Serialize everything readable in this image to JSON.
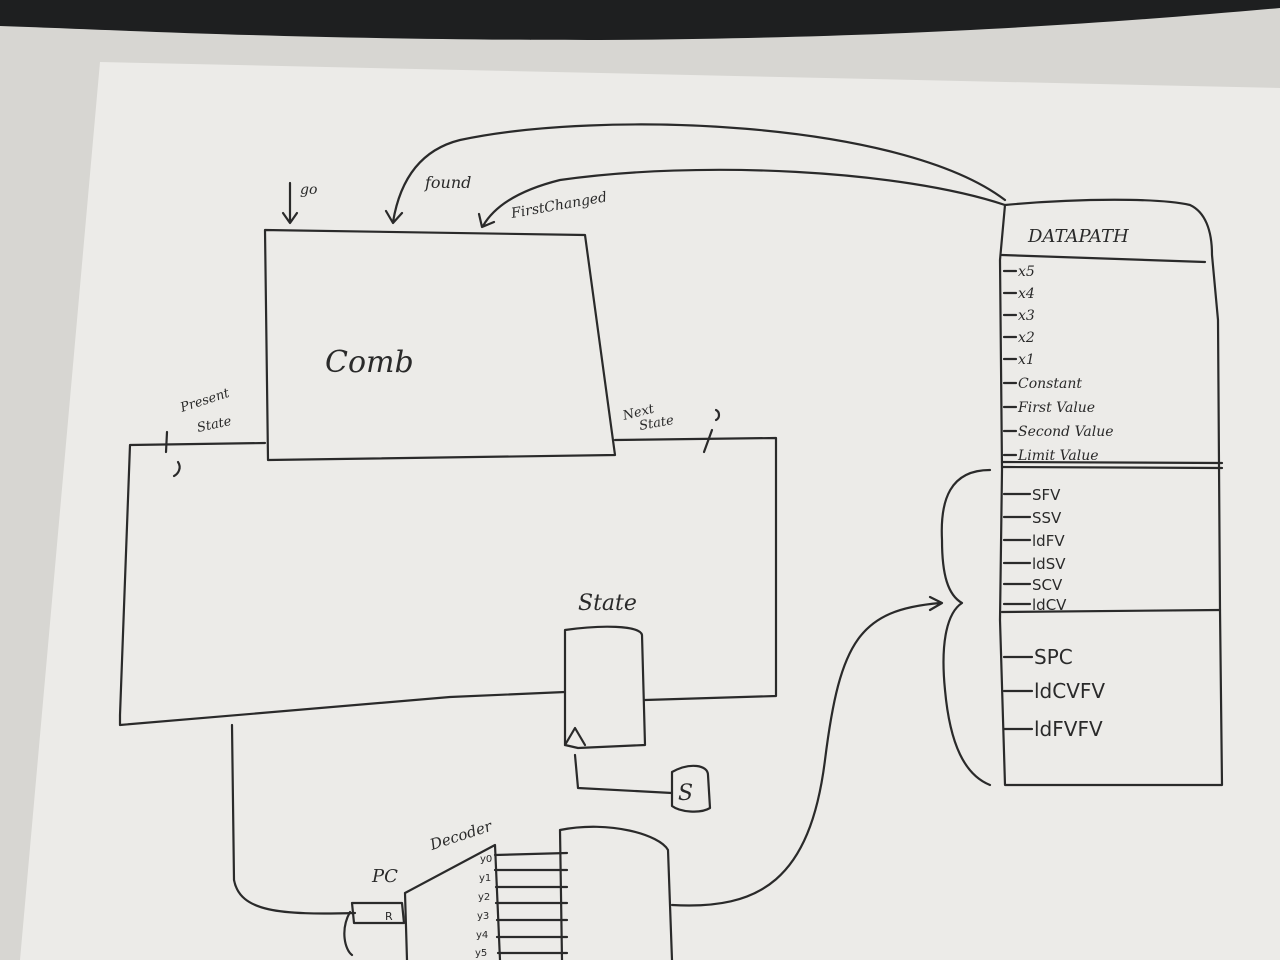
{
  "comb": {
    "title": "Comb",
    "inputs": {
      "go": "go",
      "found": "found",
      "first_changed": "FirstChanged"
    },
    "present_state": [
      "Present",
      "State"
    ],
    "next_state": [
      "Next",
      "State"
    ]
  },
  "state_register": {
    "label": "State"
  },
  "datapath": {
    "title": "DATAPATH",
    "outputs": [
      "x5",
      "x4",
      "x3",
      "x2",
      "x1",
      "Constant",
      "First Value",
      "Second Value",
      "Limit Value"
    ],
    "controls_a": [
      "SFV",
      "SSV",
      "ldFV",
      "ldSV",
      "SCV",
      "ldCV"
    ],
    "controls_b": [
      "SPC",
      "ldCVFV",
      "ldFVFV"
    ]
  },
  "decoder": {
    "label": "Decoder",
    "pc_label": "PC",
    "pc_box": "R",
    "outputs": [
      "y0",
      "y1",
      "y2",
      "y3",
      "y4",
      "y5"
    ]
  },
  "misc": {
    "s_label": "S"
  }
}
